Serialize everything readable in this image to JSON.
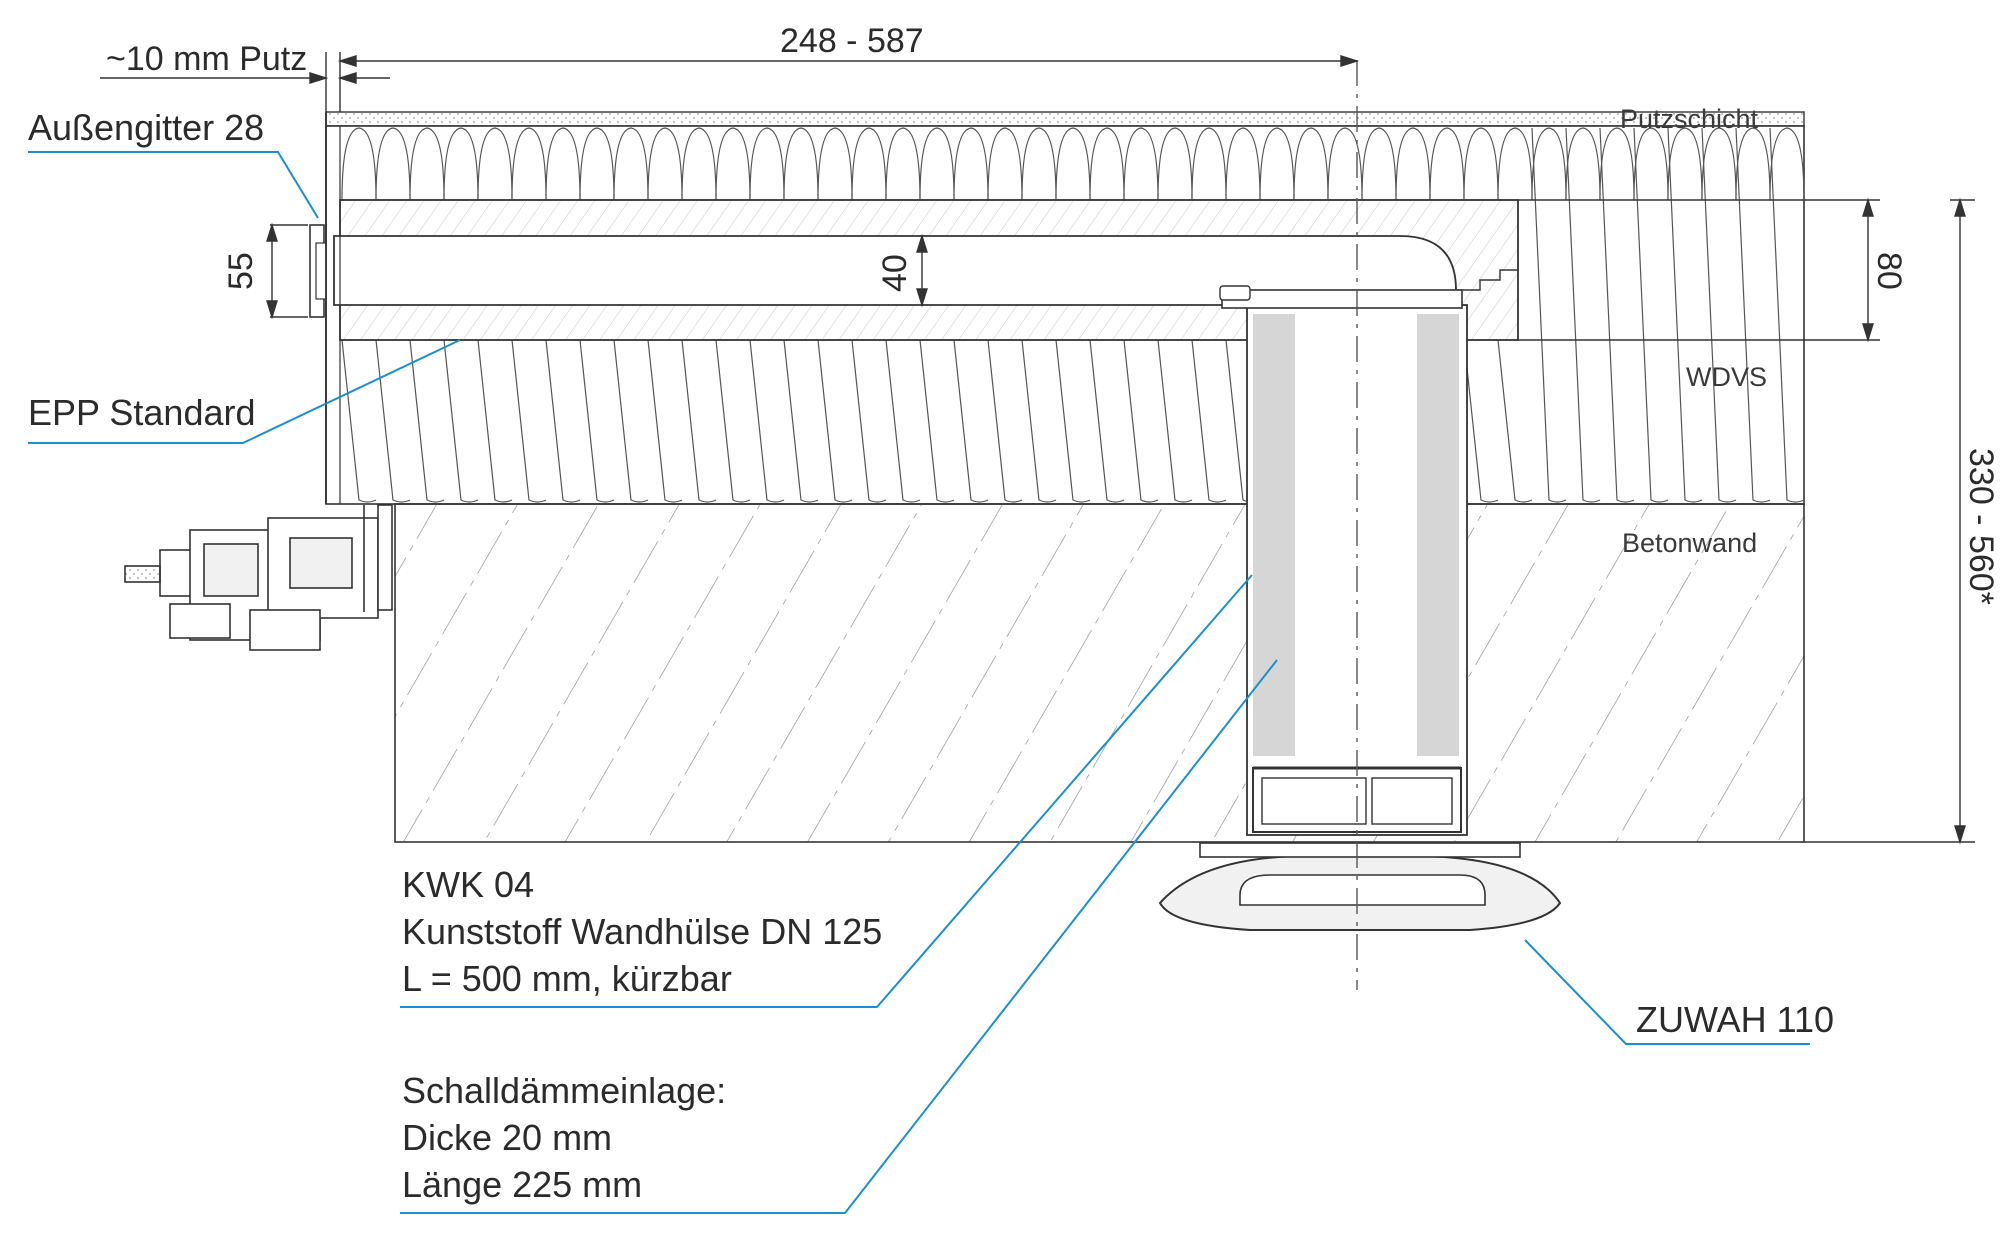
{
  "dimensions": {
    "plaster_label": "~10 mm Putz",
    "insertion_range": "248 - 587",
    "grille_height": "55",
    "channel_height": "40",
    "duct_height": "80",
    "wall_depth_range": "330 - 560*"
  },
  "layers": {
    "plaster": "Putzschicht",
    "insulation": "WDVS",
    "concrete": "Betonwand"
  },
  "callouts": {
    "outer_grille": "Außengitter 28",
    "epp": "EPP Standard",
    "sleeve_line1": "KWK 04",
    "sleeve_line2": "Kunststoff Wandhülse DN 125",
    "sleeve_line3": "L = 500 mm, kürzbar",
    "damping_line1": "Schalldämmeinlage:",
    "damping_line2": "Dicke 20 mm",
    "damping_line3": "Länge 225 mm",
    "inner_unit": "ZUWAH 110"
  },
  "colors": {
    "accent_leader": "#1b8fcf",
    "linework": "#333333",
    "insert_fill": "#d6d6d6"
  }
}
